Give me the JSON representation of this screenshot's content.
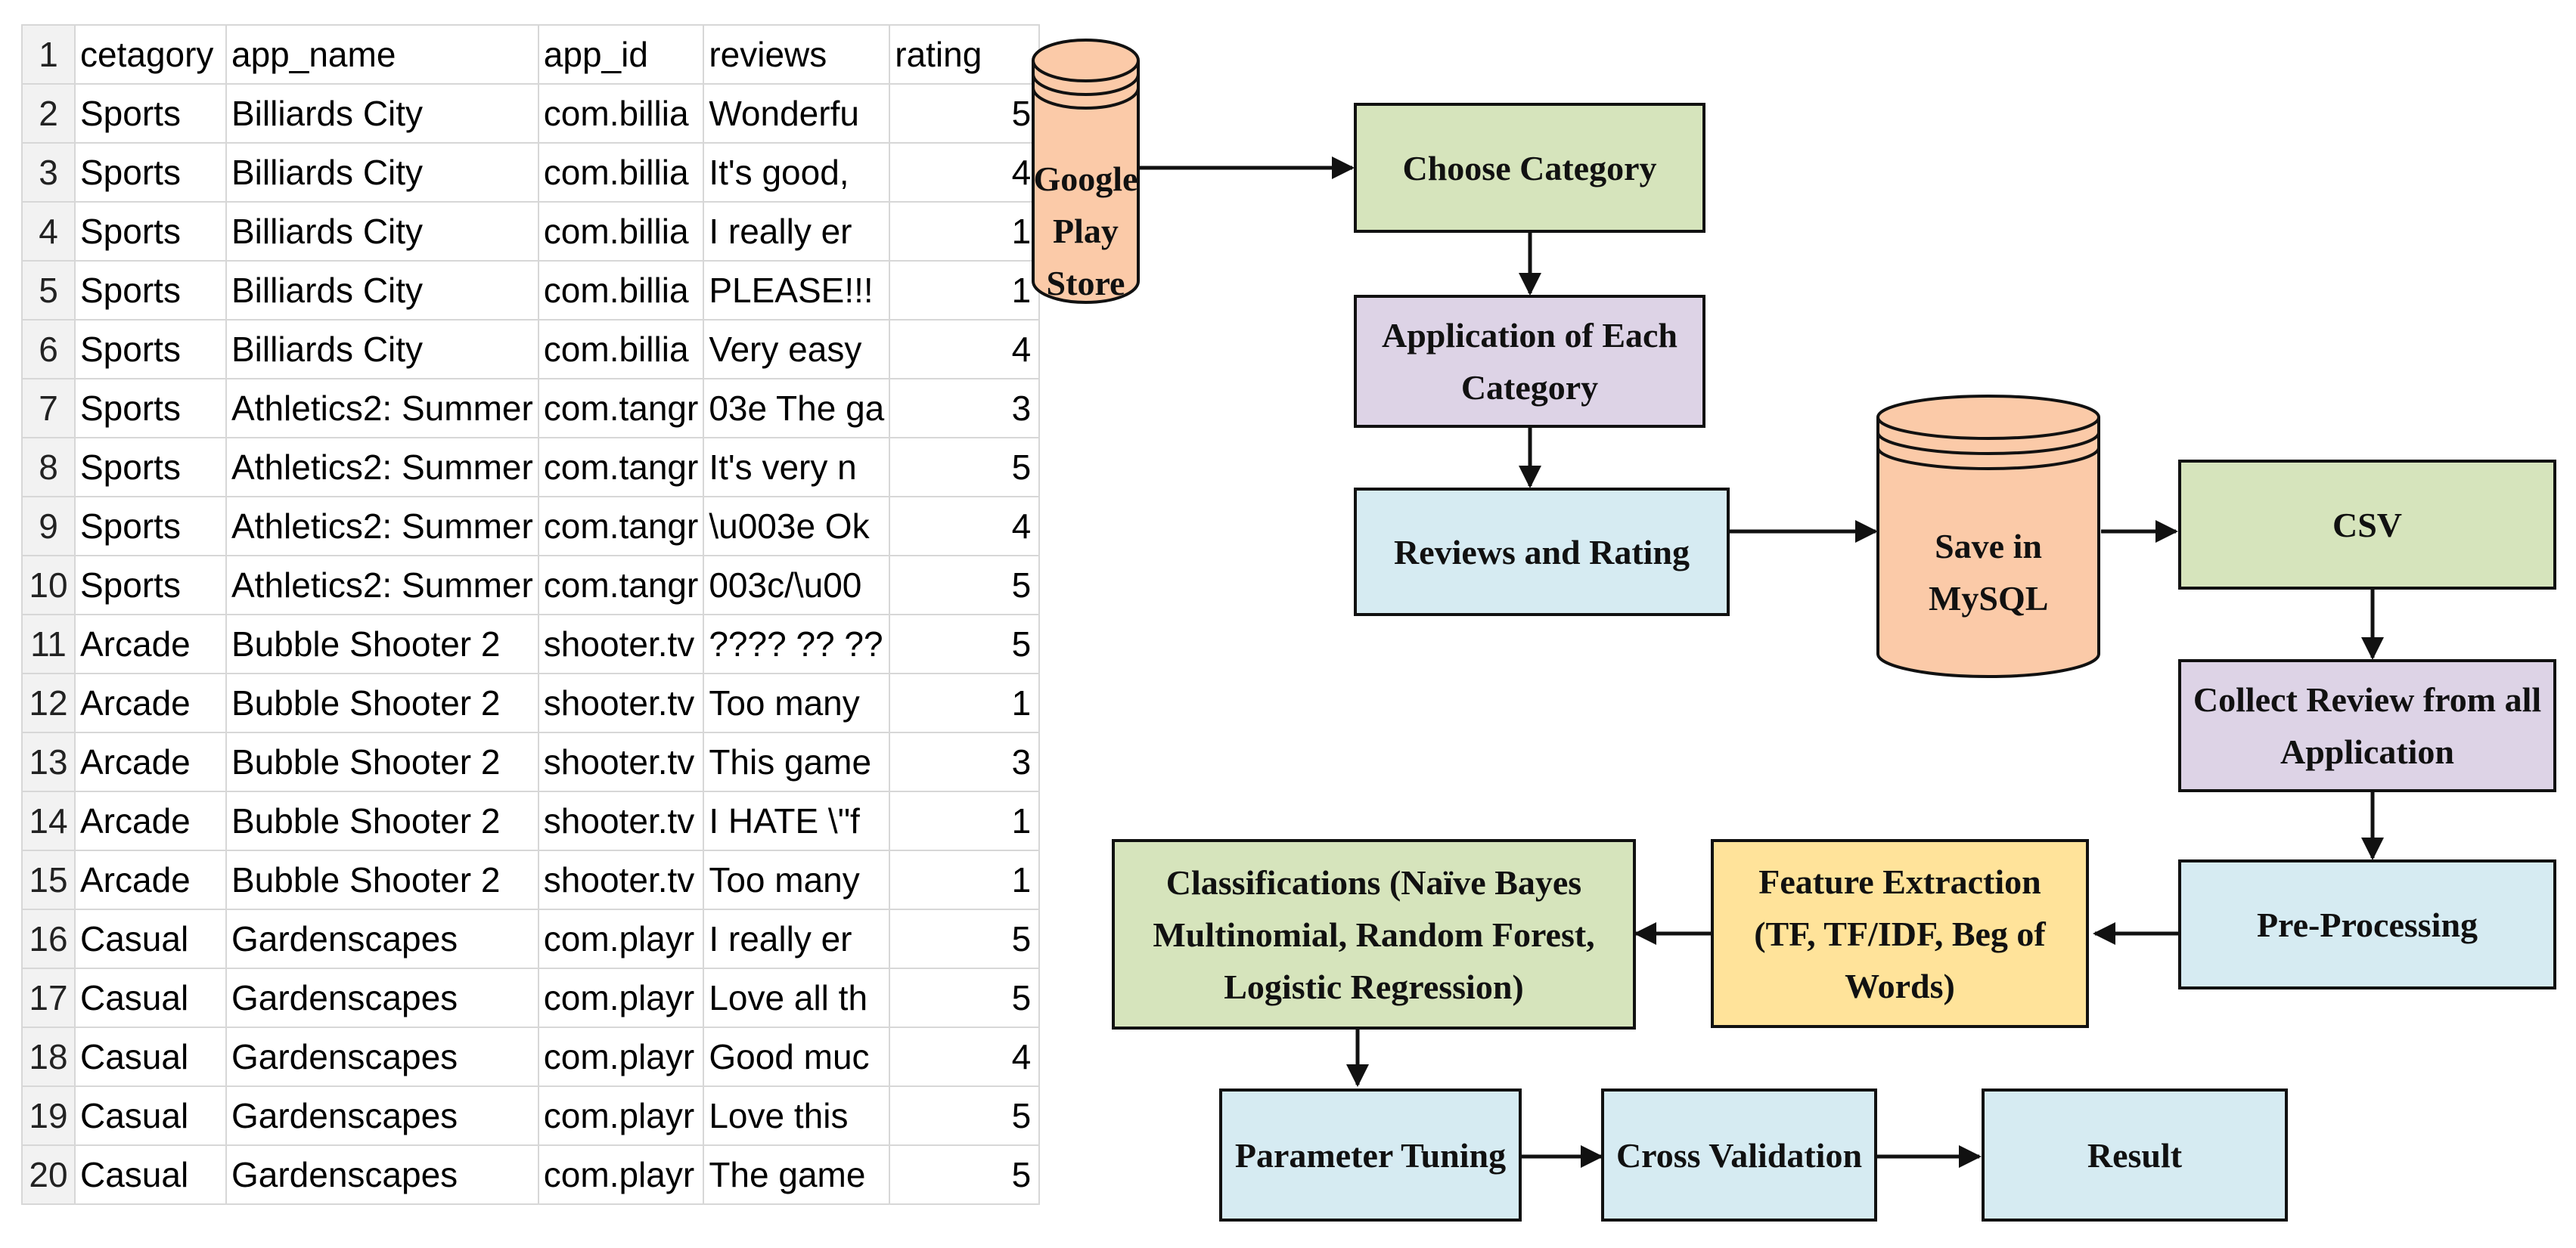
{
  "sheet": {
    "headers": [
      "cetagory",
      "app_name",
      "app_id",
      "reviews",
      "rating"
    ],
    "rows": [
      [
        "Sports",
        "Billiards City",
        "com.billia",
        "Wonderfu",
        "5"
      ],
      [
        "Sports",
        "Billiards City",
        "com.billia",
        "It's good,",
        "4"
      ],
      [
        "Sports",
        "Billiards City",
        "com.billia",
        "I really er",
        "1"
      ],
      [
        "Sports",
        "Billiards City",
        "com.billia",
        "PLEASE!!!",
        "1"
      ],
      [
        "Sports",
        "Billiards City",
        "com.billia",
        "Very easy",
        "4"
      ],
      [
        "Sports",
        "Athletics2: Summer",
        "com.tangr",
        "03e The ga",
        "3"
      ],
      [
        "Sports",
        "Athletics2: Summer",
        "com.tangr",
        "It's very n",
        "5"
      ],
      [
        "Sports",
        "Athletics2: Summer",
        "com.tangr",
        "\\u003e Ok",
        "4"
      ],
      [
        "Sports",
        "Athletics2: Summer",
        "com.tangr",
        "003c/\\u00",
        "5"
      ],
      [
        "Arcade",
        "Bubble Shooter 2",
        "shooter.tv",
        "???? ?? ??",
        "5"
      ],
      [
        "Arcade",
        "Bubble Shooter 2",
        "shooter.tv",
        "Too many",
        "1"
      ],
      [
        "Arcade",
        "Bubble Shooter 2",
        "shooter.tv",
        "This game",
        "3"
      ],
      [
        "Arcade",
        "Bubble Shooter 2",
        "shooter.tv",
        "I HATE \\\"f",
        "1"
      ],
      [
        "Arcade",
        "Bubble Shooter 2",
        "shooter.tv",
        "Too many",
        "1"
      ],
      [
        "Casual",
        "Gardenscapes",
        "com.playr",
        "I really er",
        "5"
      ],
      [
        "Casual",
        "Gardenscapes",
        "com.playr",
        "Love all th",
        "5"
      ],
      [
        "Casual",
        "Gardenscapes",
        "com.playr",
        "Good muc",
        "4"
      ],
      [
        "Casual",
        "Gardenscapes",
        "com.playr",
        "Love this",
        "5"
      ],
      [
        "Casual",
        "Gardenscapes",
        "com.playr",
        "The game",
        "5"
      ]
    ]
  },
  "flow": {
    "google_play": "Google Play Store",
    "choose_category": "Choose Category",
    "application_each": "Application of Each Category",
    "reviews_rating": "Reviews and Rating",
    "save_mysql": "Save in MySQL",
    "csv": "CSV",
    "collect_review": "Collect Review from all Application",
    "pre_processing": "Pre-Processing",
    "feature_extraction": "Feature Extraction (TF, TF/IDF, Beg of Words)",
    "classifications": "Classifications (Naïve Bayes Multinomial, Random Forest, Logistic Regression)",
    "parameter_tuning": "Parameter Tuning",
    "cross_validation": "Cross Validation",
    "result": "Result"
  },
  "colors": {
    "cylinder": "#fbcaa8",
    "green": "#d6e4bc",
    "purple": "#ddd3e6",
    "blue": "#d6ebf2",
    "yellow": "#ffe39a"
  }
}
